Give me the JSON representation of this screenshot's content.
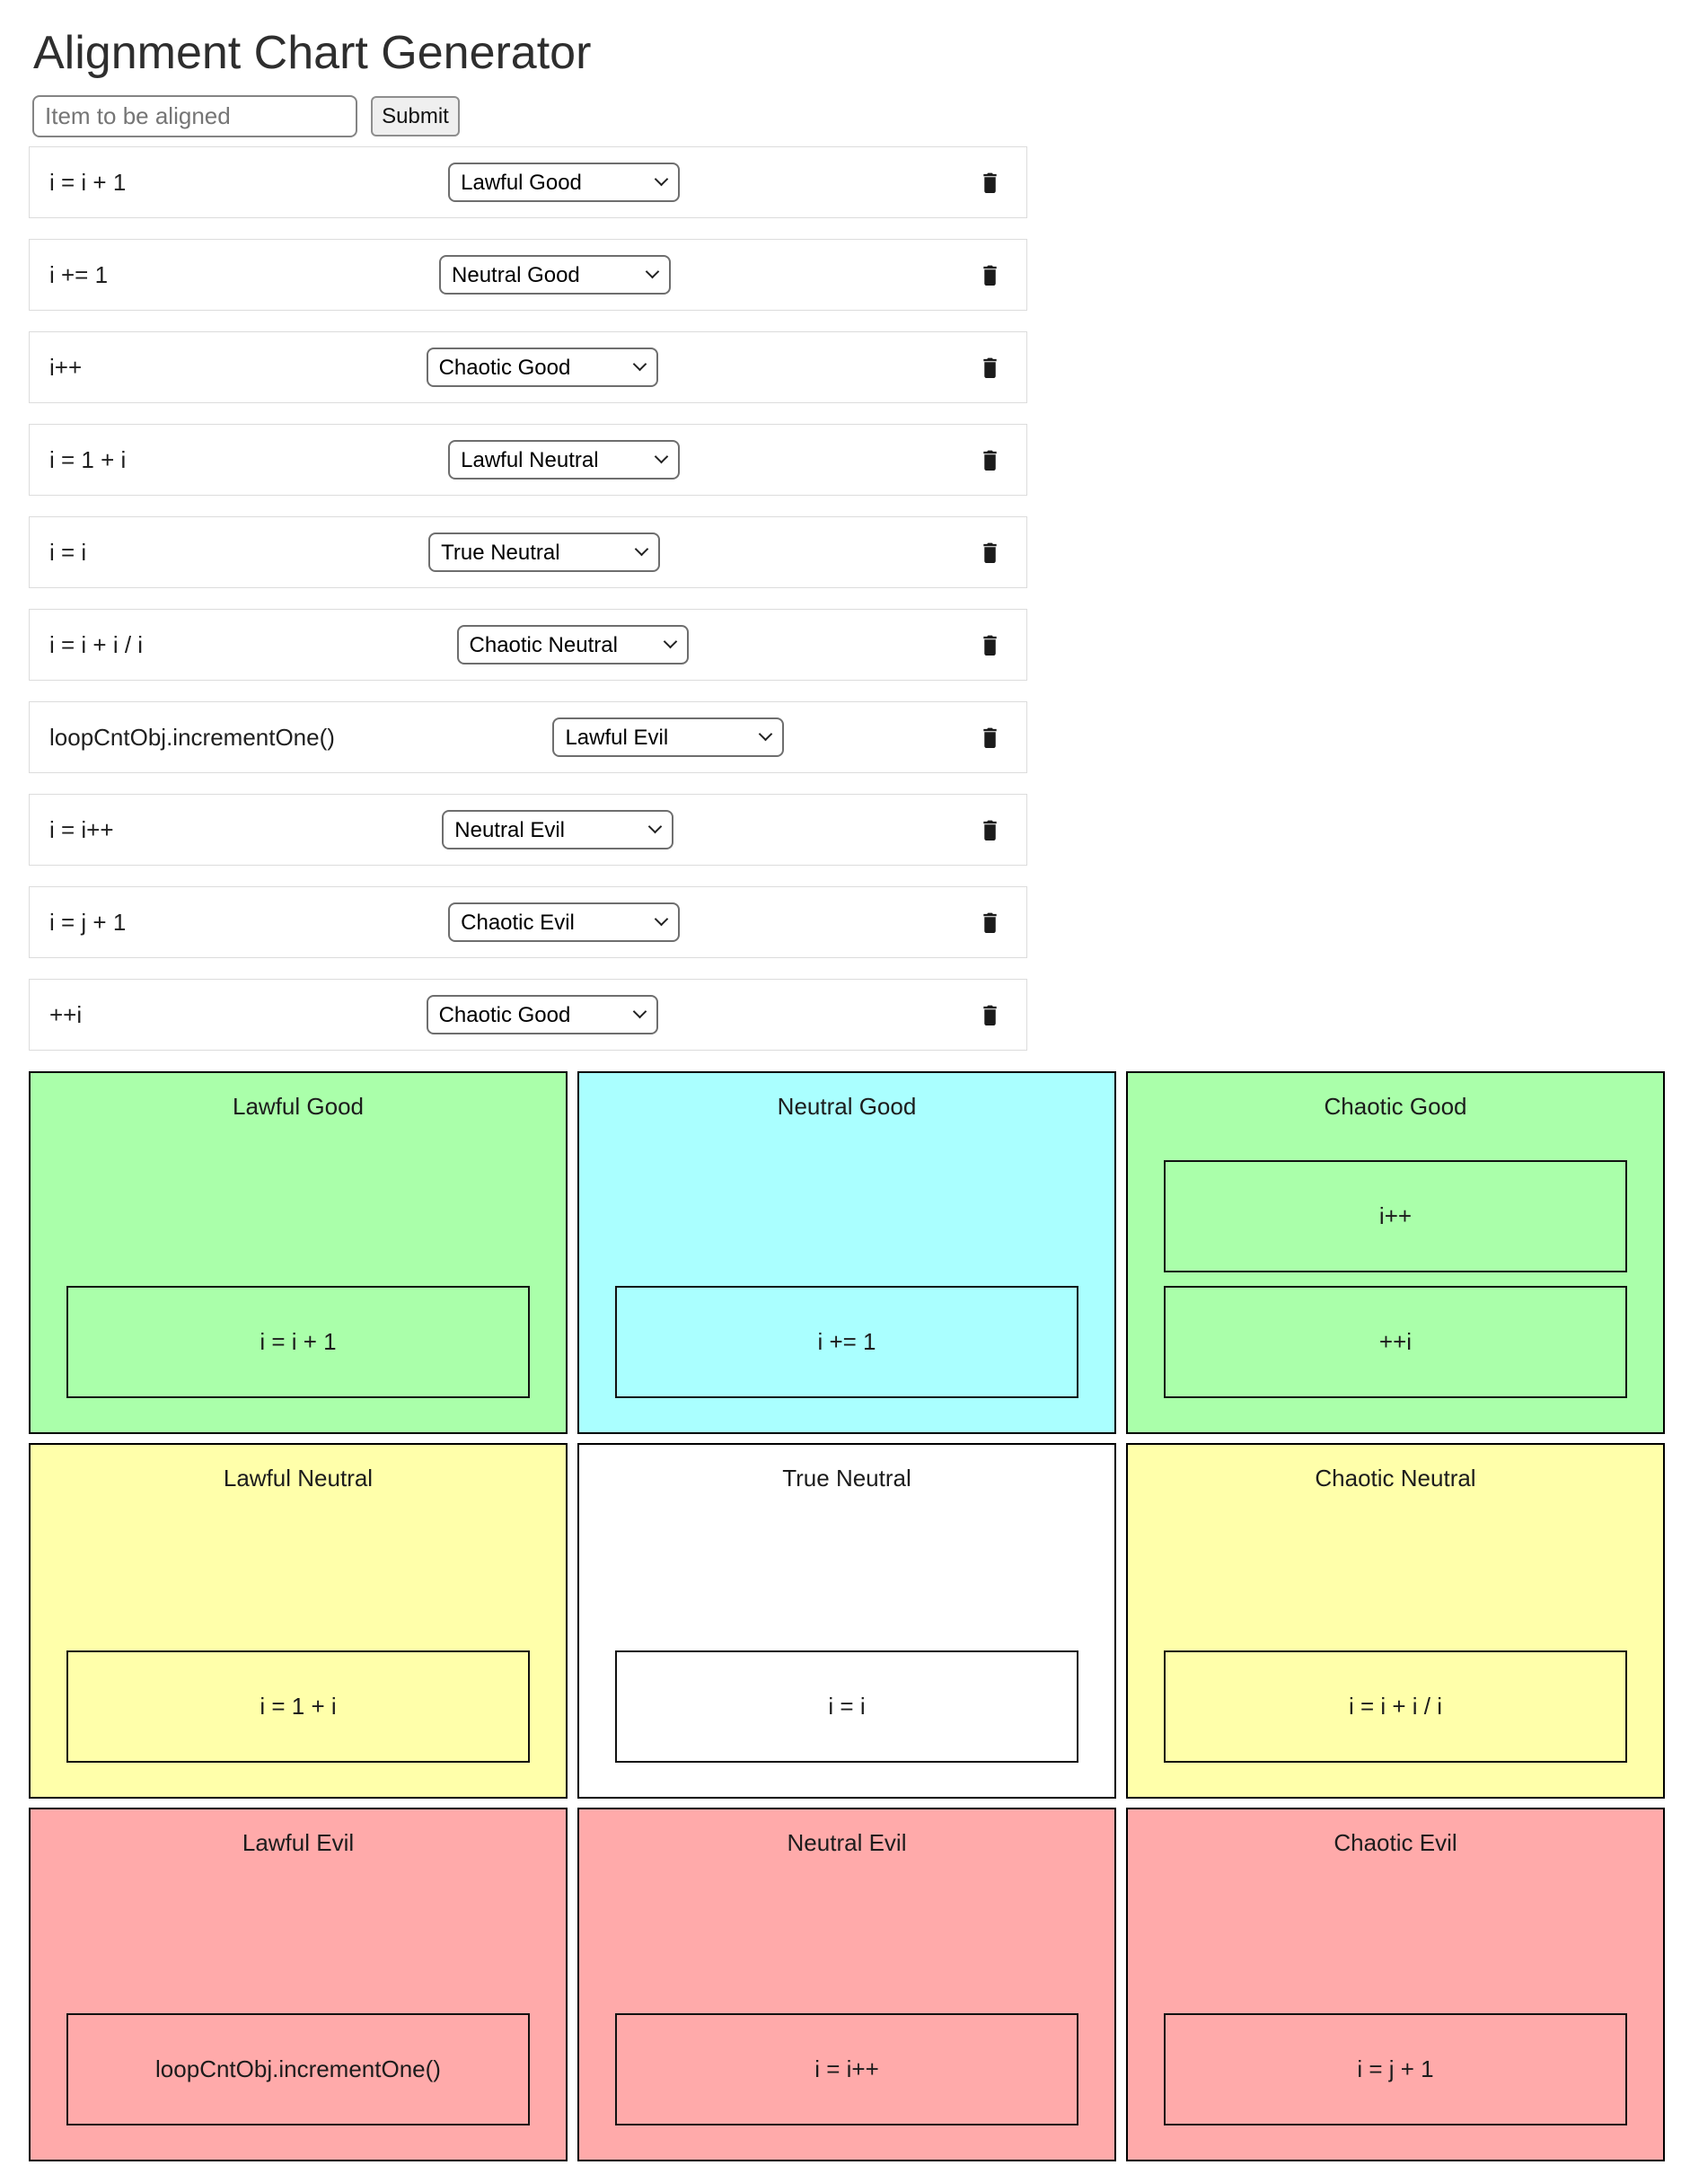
{
  "page": {
    "title": "Alignment Chart Generator"
  },
  "form": {
    "input_placeholder": "Item to be aligned",
    "submit_label": "Submit"
  },
  "colors": {
    "good_green": "#aaffaa",
    "good_cyan": "#aaffff",
    "neutral_yellow": "#ffffaa",
    "neutral_white": "#ffffff",
    "evil_red": "#ffaaaa",
    "tile_border": "#000000",
    "row_border": "#dcdcdc",
    "icon_black": "#1b1b1b"
  },
  "rows": [
    {
      "item": "i = i + 1",
      "alignment": "Lawful Good"
    },
    {
      "item": "i += 1",
      "alignment": "Neutral Good"
    },
    {
      "item": "i++",
      "alignment": "Chaotic Good"
    },
    {
      "item": "i = 1 + i",
      "alignment": "Lawful Neutral"
    },
    {
      "item": "i = i",
      "alignment": "True Neutral"
    },
    {
      "item": "i = i + i / i",
      "alignment": "Chaotic Neutral"
    },
    {
      "item": "loopCntObj.incrementOne()",
      "alignment": "Lawful Evil"
    },
    {
      "item": "i = i++",
      "alignment": "Neutral Evil"
    },
    {
      "item": "i = j + 1",
      "alignment": "Chaotic Evil"
    },
    {
      "item": "++i",
      "alignment": "Chaotic Good"
    }
  ],
  "grid": {
    "tiles": [
      {
        "label": "Lawful Good",
        "color": "#aaffaa",
        "items": [
          "i = i + 1"
        ]
      },
      {
        "label": "Neutral Good",
        "color": "#aaffff",
        "items": [
          "i += 1"
        ]
      },
      {
        "label": "Chaotic Good",
        "color": "#aaffaa",
        "items": [
          "i++",
          "++i"
        ]
      },
      {
        "label": "Lawful Neutral",
        "color": "#ffffaa",
        "items": [
          "i = 1 + i"
        ]
      },
      {
        "label": "True Neutral",
        "color": "#ffffff",
        "items": [
          "i = i"
        ]
      },
      {
        "label": "Chaotic Neutral",
        "color": "#ffffaa",
        "items": [
          "i = i + i / i"
        ]
      },
      {
        "label": "Lawful Evil",
        "color": "#ffaaaa",
        "items": [
          "loopCntObj.incrementOne()"
        ]
      },
      {
        "label": "Neutral Evil",
        "color": "#ffaaaa",
        "items": [
          "i = i++"
        ]
      },
      {
        "label": "Chaotic Evil",
        "color": "#ffaaaa",
        "items": [
          "i = j + 1"
        ]
      }
    ]
  }
}
